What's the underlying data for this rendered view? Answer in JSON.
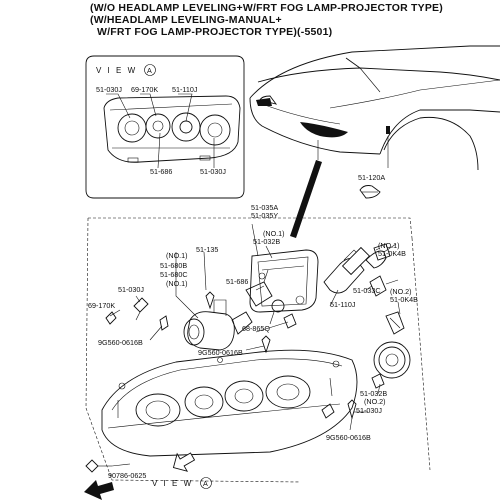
{
  "header": {
    "line1": "(W/O HEADLAMP LEVELING+W/FRT FOG LAMP-PROJECTOR TYPE)",
    "line2": "(W/HEADLAMP LEVELING-MANUAL+",
    "line3": "W/FRT FOG LAMP-PROJECTOR TYPE)(-5501)"
  },
  "view_a_top": {
    "label": "V I E W",
    "letter": "A"
  },
  "view_a_bottom": {
    "label": "V I E W",
    "letter": "A"
  },
  "parts": {
    "p51030J_a": "51-030J",
    "p69170K_a": "69-170K",
    "p51110J_a": "51-110J",
    "p51686_a": "51-686",
    "p51030J_b": "51-030J",
    "p51120A": "51-120A",
    "p51035A": "51-035A",
    "p51035Y": "51-035Y",
    "p51032B_no1_a": "(NO.1)",
    "p51032B_a": "51-032B",
    "p51135": "51-135",
    "pNo1_b": "(NO.1)",
    "p51680B": "51-680B",
    "p51680C": "51-680C",
    "pNo1_c": "(NO.1)",
    "pNo1_d": "(NO.1)",
    "p510K4B_a": "51-0K4B",
    "p51030J_c": "51-030J",
    "p69170K_b": "69-170K",
    "p51686_b": "51-686",
    "p51033C": "51-033C",
    "p51110J_b": "51-110J",
    "pNo2_a": "(NO.2)",
    "p510K4B_b": "51-0K4B",
    "p68865Q": "68-865Q",
    "p9G560_a": "9G560-0616B",
    "p9G560_b": "9G560-0616B",
    "p51032B_b": "51-032B",
    "pNo2_b": "(NO.2)",
    "p51030J_d": "51-030J",
    "p9G560_c": "9G560-0616B",
    "p90786": "90786-0625"
  }
}
